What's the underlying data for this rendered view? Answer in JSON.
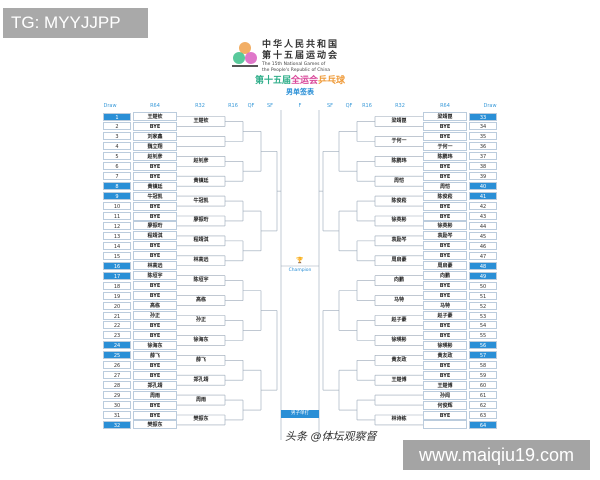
{
  "overlays": {
    "tg": "TG: MYYJJPP",
    "site": "www.maiqiu19.com",
    "watermark": "头条 @体坛观察督"
  },
  "header": {
    "title_cn_1": "中华人民共和国",
    "title_cn_2": "第十五届运动会",
    "title_en_1": "The 15th National Games of",
    "title_en_2": "the People's Republic of China",
    "event_parts": [
      {
        "text": "第十五届",
        "color": "#2fae8a"
      },
      {
        "text": "全运会",
        "color": "#d9489a"
      },
      {
        "text": "乒乓球",
        "color": "#ef9b3a"
      }
    ],
    "subtitle": "男单签表"
  },
  "columns": [
    "Draw",
    "R64",
    "R32",
    "R16",
    "QF",
    "SF",
    "F",
    "SF",
    "QF",
    "R16",
    "R32",
    "R64",
    "Draw"
  ],
  "champion_label": "Champion",
  "category_button": "男子单打",
  "colors": {
    "accent": "#2a8fd6",
    "line": "#9aa8b8"
  },
  "bracket": {
    "left": {
      "seeded_draws": [
        1,
        8,
        9,
        16,
        17,
        24,
        25,
        32
      ],
      "r64": [
        "王楚钦",
        "BYE",
        "刘家鑫",
        "魏立翔",
        "赵钊彦",
        "BYE",
        "BYE",
        "黄镇廷",
        "牛冠凯",
        "BYE",
        "BYE",
        "廖振珩",
        "程靖淇",
        "BYE",
        "BYE",
        "林高远",
        "陈垣宇",
        "BYE",
        "BYE",
        "高栋",
        "孙正",
        "BYE",
        "BYE",
        "徐海东",
        "薛飞",
        "BYE",
        "BYE",
        "郑孔靖",
        "周雨",
        "BYE",
        "BYE",
        "樊振东"
      ],
      "r32": [
        "王楚钦",
        "",
        "赵钊彦",
        "黄镇廷",
        "牛冠凯",
        "廖振珩",
        "程靖淇",
        "林高远",
        "陈垣宇",
        "高栋",
        "孙正",
        "徐海东",
        "薛飞",
        "郑孔靖",
        "周雨",
        "樊振东"
      ]
    },
    "right": {
      "seeded_draws": [
        33,
        40,
        41,
        48,
        49,
        56,
        57,
        64
      ],
      "r64": [
        "梁靖崑",
        "BYE",
        "BYE",
        "于何一",
        "陈鹏玮",
        "BYE",
        "BYE",
        "周恺",
        "陈俊菘",
        "BYE",
        "BYE",
        "徐英彬",
        "袁励岑",
        "BYE",
        "BYE",
        "周启豪",
        "向鹏",
        "BYE",
        "BYE",
        "马特",
        "赵子豪",
        "BYE",
        "BYE",
        "徐瑛彬",
        "黄友政",
        "BYE",
        "BYE",
        "王楚博",
        "孙闻",
        "何俊辉",
        "BYE",
        ""
      ],
      "r32": [
        "梁靖崑",
        "于何一",
        "陈鹏玮",
        "周恺",
        "陈俊菘",
        "徐英彬",
        "袁励岑",
        "周启豪",
        "向鹏",
        "马特",
        "赵子豪",
        "徐瑛彬",
        "黄友政",
        "王楚博",
        "",
        "林诗栋"
      ]
    }
  }
}
